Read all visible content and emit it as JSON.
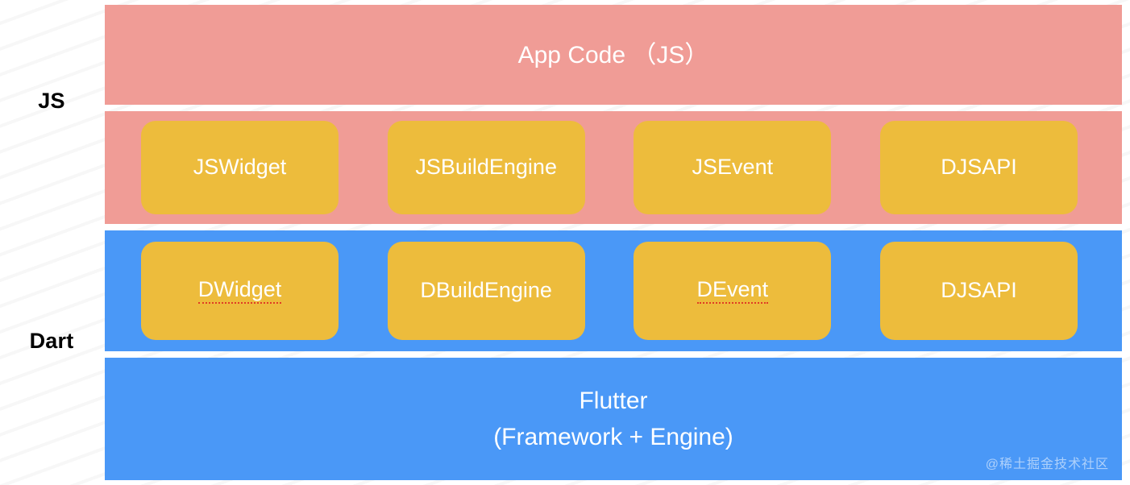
{
  "diagram": {
    "title": "Flutter / JS hybrid architecture layers",
    "colors": {
      "js_layer": "#F09C96",
      "dart_layer": "#4A98F7",
      "module_box": "#EDBC3C",
      "module_text": "#FFFFFF",
      "side_label_text": "#000000",
      "canvas": "#FFFFFF",
      "spellcheck_underline": "#E03B24"
    }
  },
  "side_labels": {
    "js": "JS",
    "dart": "Dart"
  },
  "bands": {
    "app_code": {
      "title": "App Code （JS）",
      "layer": "JS"
    },
    "js_row": {
      "layer": "JS",
      "modules": [
        {
          "label": "JSWidget",
          "misspelled": false
        },
        {
          "label": "JSBuildEngine",
          "misspelled": false
        },
        {
          "label": "JSEvent",
          "misspelled": false
        },
        {
          "label": "DJSAPI",
          "misspelled": false
        }
      ]
    },
    "dart_row": {
      "layer": "Dart",
      "modules": [
        {
          "label": "DWidget",
          "misspelled": true
        },
        {
          "label": "DBuildEngine",
          "misspelled": false
        },
        {
          "label": "DEvent",
          "misspelled": true
        },
        {
          "label": "DJSAPI",
          "misspelled": false
        }
      ]
    },
    "flutter": {
      "layer": "Dart",
      "title_line1": "Flutter",
      "title_line2": "(Framework + Engine)"
    }
  },
  "watermark": {
    "text": "@稀土掘金技术社区"
  }
}
